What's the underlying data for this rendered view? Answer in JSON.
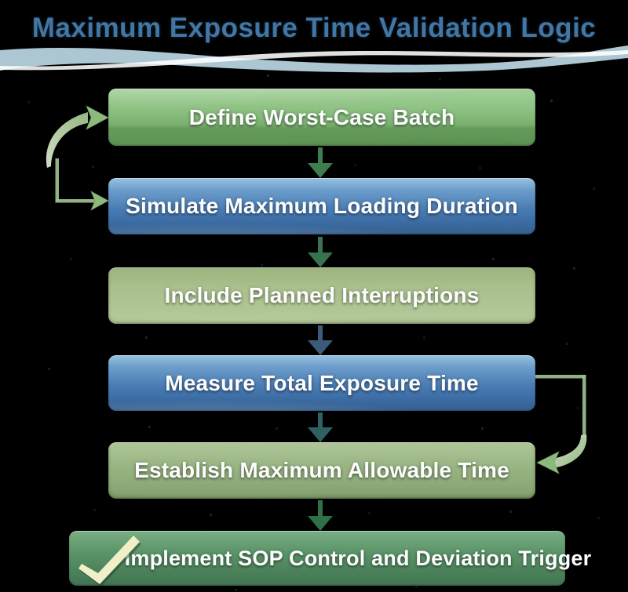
{
  "title": {
    "text": "Maximum Exposure Time Validation Logic",
    "color": "#4176a5"
  },
  "decor": {
    "swoosh_name": "title-underline-wave",
    "swoosh_blue": "#b5d2dc",
    "background": "#000000"
  },
  "steps": [
    {
      "id": 1,
      "label": "Define Worst-Case Batch",
      "style": "green",
      "fill": "#7bb071"
    },
    {
      "id": 2,
      "label": "Simulate Maximum Loading Duration",
      "style": "blue",
      "fill": "#4a7cb4"
    },
    {
      "id": 3,
      "label": "Include Planned Interruptions",
      "style": "sage",
      "fill": "#a9bf8c"
    },
    {
      "id": 4,
      "label": "Measure Total Exposure Time",
      "style": "blue",
      "fill": "#4a7cb4"
    },
    {
      "id": 5,
      "label": "Establish Maximum Allowable Time",
      "style": "sage-dark",
      "fill": "#97b482"
    },
    {
      "id": 6,
      "label": "Implement SOP Control and Deviation Trigger",
      "style": "dark-green",
      "fill": "#559064",
      "icon": "checkmark-icon",
      "icon_color": "#f1efc8"
    }
  ],
  "arrows": {
    "down_colors": [
      "#3e7d4f",
      "#38724f",
      "#3c5b78",
      "#2f6064",
      "#2f7046"
    ],
    "loop_line_color": "#a3c292",
    "loop_head_color": "#8cb97c"
  },
  "connectors": {
    "left_loop_targets": [
      "step-1",
      "step-2"
    ],
    "right_loop": {
      "from": "step-4",
      "to": "step-5"
    }
  }
}
